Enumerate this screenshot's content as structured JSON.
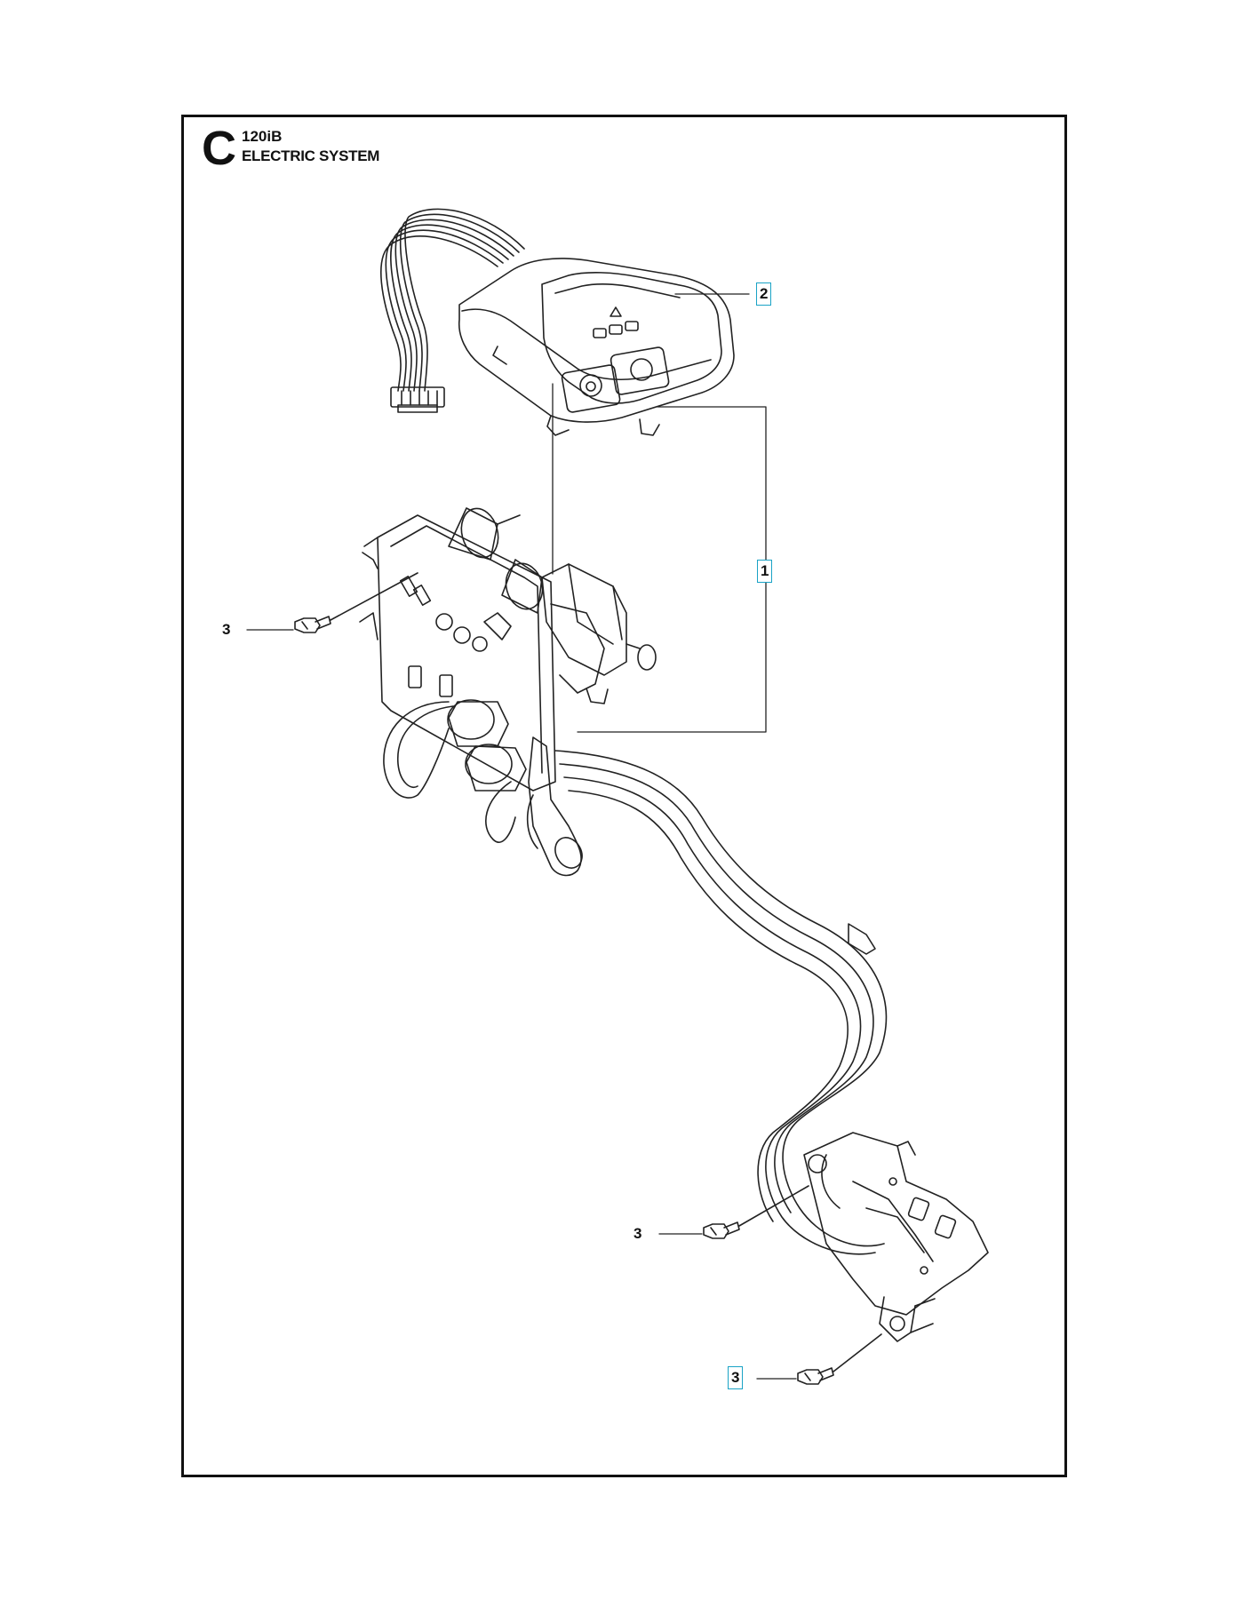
{
  "header": {
    "section_letter": "C",
    "model": "120iB",
    "title": "ELECTRIC SYSTEM"
  },
  "callouts": [
    {
      "id": "callout-2",
      "label": "2",
      "boxed": true
    },
    {
      "id": "callout-1",
      "label": "1",
      "boxed": true
    },
    {
      "id": "callout-3a",
      "label": "3",
      "boxed": false
    },
    {
      "id": "callout-3b",
      "label": "3",
      "boxed": false
    },
    {
      "id": "callout-3c",
      "label": "3",
      "boxed": true
    }
  ],
  "colors": {
    "line": "#111111",
    "callout_box": "#1aa3c6"
  }
}
